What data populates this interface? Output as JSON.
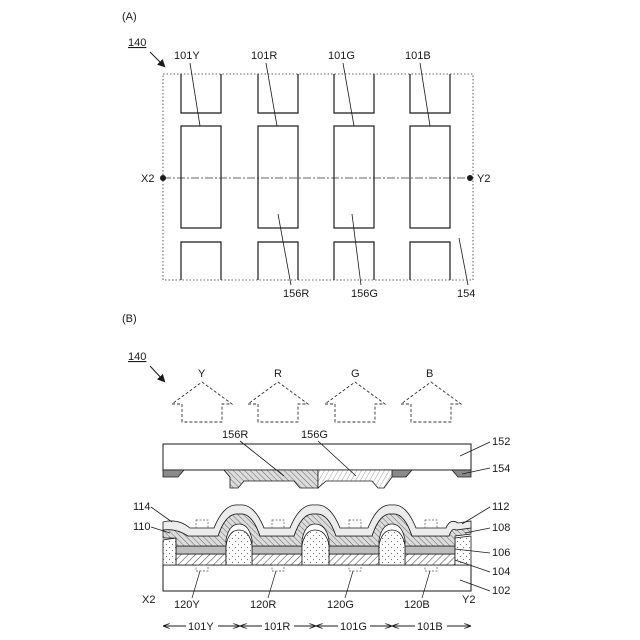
{
  "colors": {
    "line": "#1a1a1a",
    "hatch": "#555555",
    "gray_fill": "#8a8a8a",
    "light_fill": "#e6e6e6",
    "white": "#ffffff"
  },
  "panel_a": {
    "tag": "(A)",
    "ref": "140",
    "pixel_labels": [
      "101Y",
      "101R",
      "101G",
      "101B"
    ],
    "line_start": "X2",
    "line_end": "Y2",
    "bottom_labels": [
      "156R",
      "156G",
      "154"
    ]
  },
  "panel_b": {
    "tag": "(B)",
    "ref": "140",
    "emission": [
      "Y",
      "R",
      "G",
      "B"
    ],
    "layer_labels": {
      "l152": "152",
      "l154": "154",
      "l156r": "156R",
      "l156g": "156G",
      "l114": "114",
      "l110": "110",
      "l112": "112",
      "l108": "108",
      "l106": "106",
      "l104": "104",
      "l102": "102"
    },
    "electrodes": [
      "120Y",
      "120R",
      "120G",
      "120B"
    ],
    "line_start": "X2",
    "line_end": "Y2",
    "regions": [
      "101Y",
      "101R",
      "101G",
      "101B"
    ]
  }
}
